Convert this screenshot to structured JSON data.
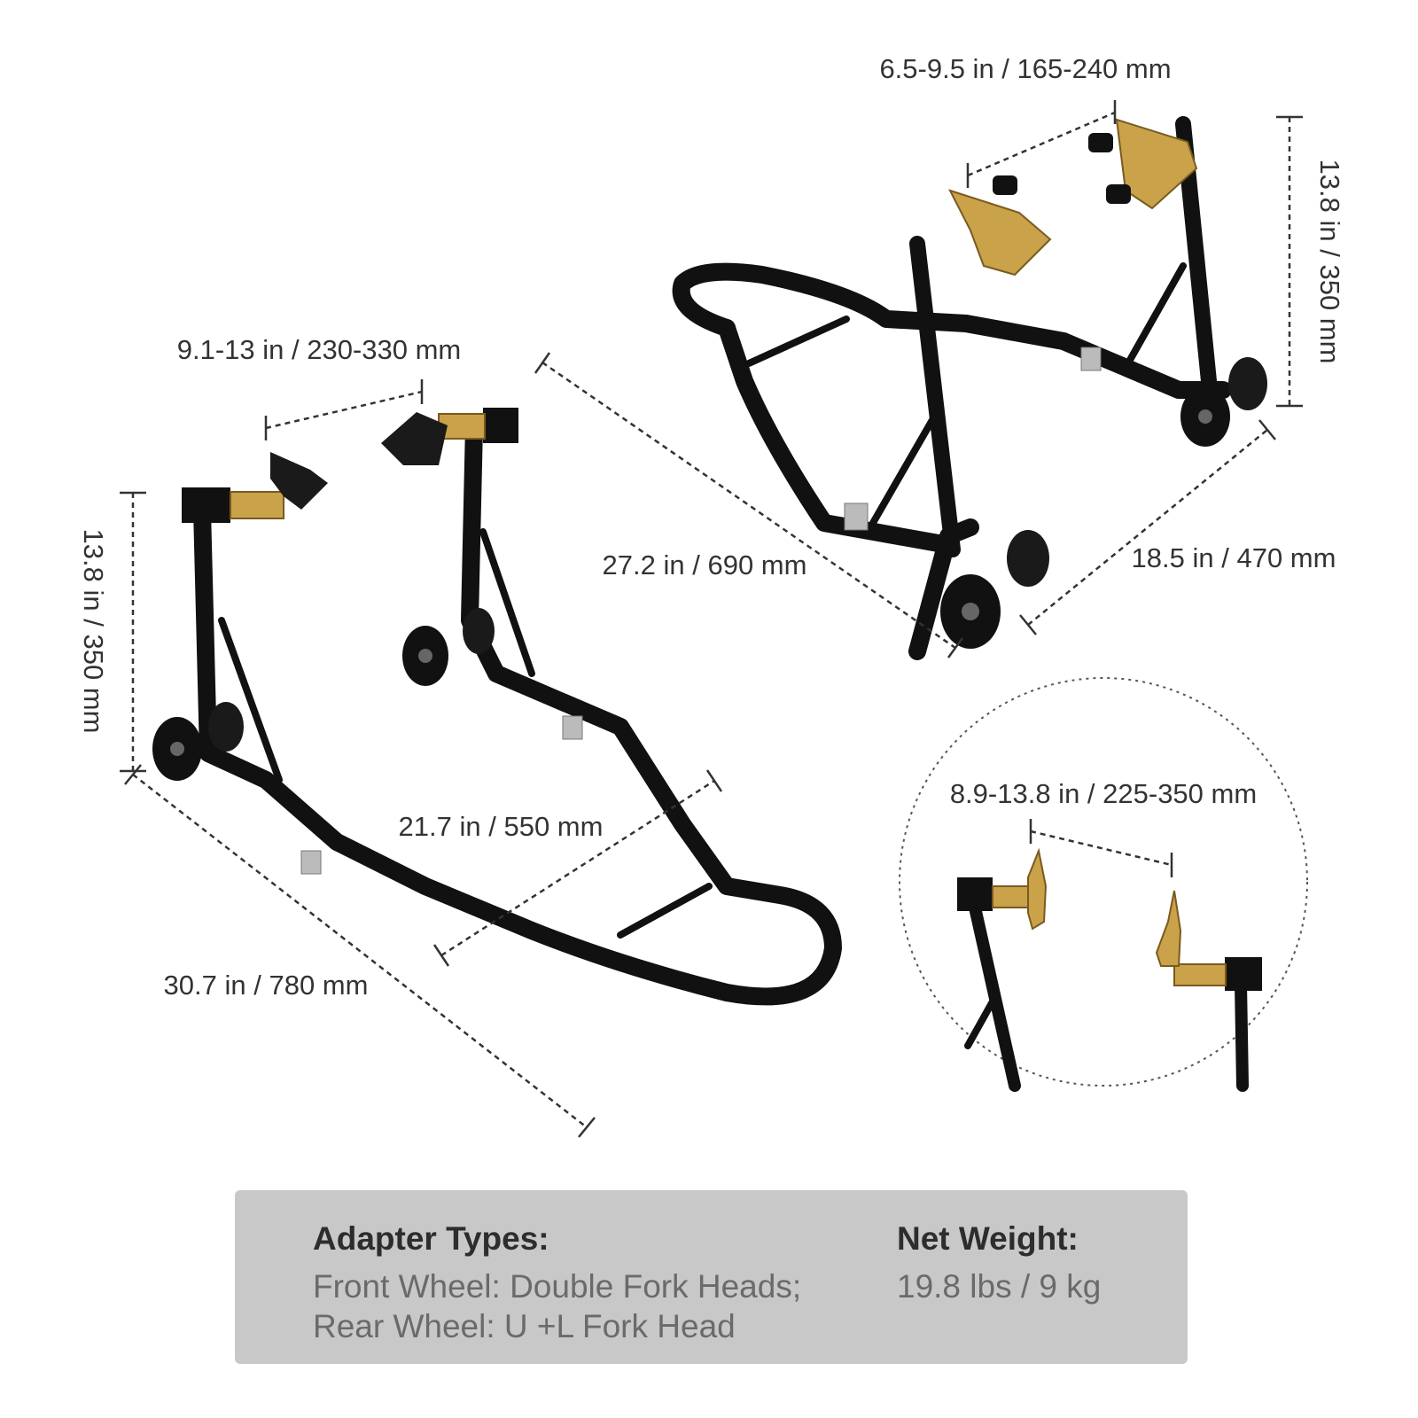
{
  "dimensions": {
    "rear_fork_width": "6.5-9.5 in / 165-240 mm",
    "rear_height": "13.8 in / 350 mm",
    "rear_length": "27.2 in / 690 mm",
    "rear_width": "18.5 in / 470 mm",
    "front_fork_width": "9.1-13 in / 230-330 mm",
    "front_height": "13.8 in / 350 mm",
    "front_width": "21.7 in / 550 mm",
    "front_length": "30.7 in / 780 mm",
    "adapter_width": "8.9-13.8 in / 225-350 mm"
  },
  "info": {
    "adapter_heading": "Adapter Types:",
    "adapter_line1": "Front Wheel: Double Fork Heads;",
    "adapter_line2": "Rear Wheel: U +L Fork Head",
    "weight_heading": "Net Weight:",
    "weight_value": "19.8 lbs / 9 kg"
  },
  "colors": {
    "frame": "#111111",
    "brass": "#c9a24a",
    "panel": "#c8c8c8"
  }
}
